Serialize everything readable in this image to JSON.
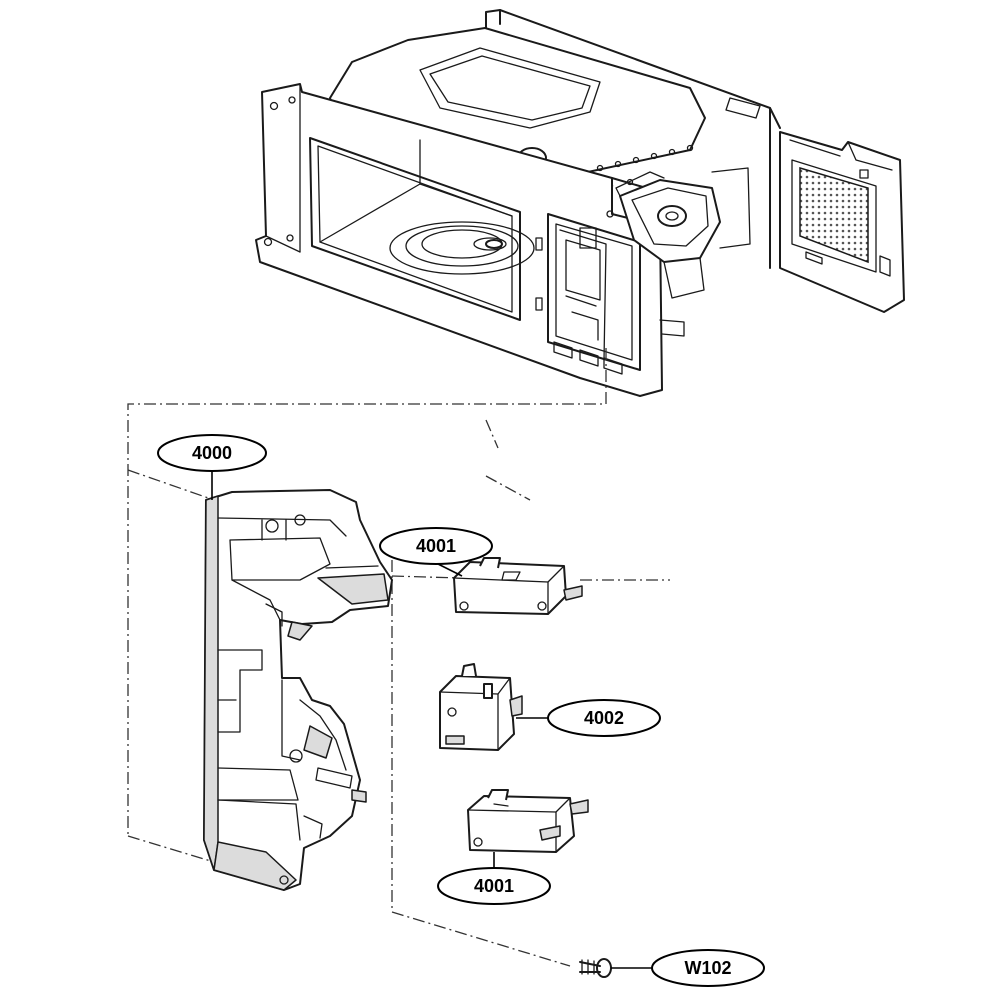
{
  "callouts": [
    {
      "id": "c-4000",
      "label": "4000"
    },
    {
      "id": "c-4001-top",
      "label": "4001"
    },
    {
      "id": "c-4002",
      "label": "4002"
    },
    {
      "id": "c-4001-bottom",
      "label": "4001"
    },
    {
      "id": "c-w102",
      "label": "W102"
    }
  ]
}
